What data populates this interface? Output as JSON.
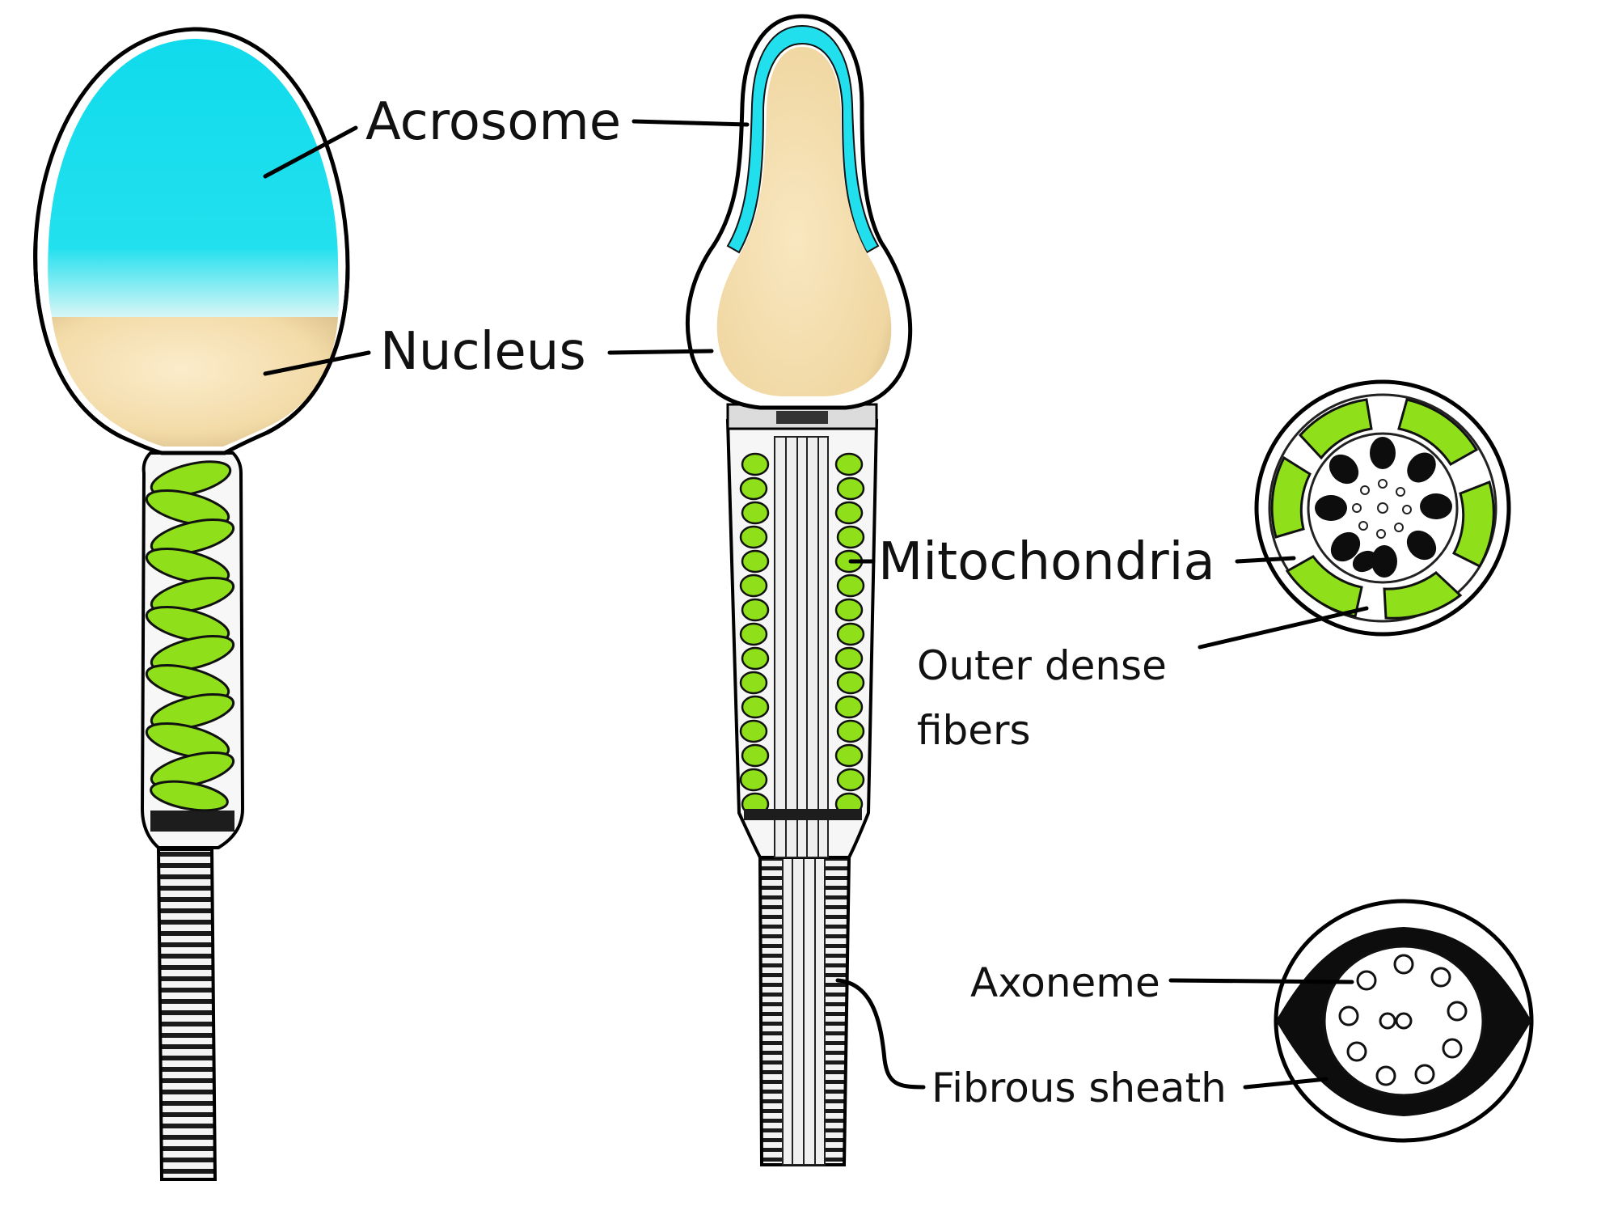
{
  "labels": {
    "acrosome": "Acrosome",
    "nucleus": "Nucleus",
    "mitochondria": "Mitochondria",
    "outer_dense_fibers_line1": "Outer dense",
    "outer_dense_fibers_line2": "fibers",
    "axoneme": "Axoneme",
    "fibrous_sheath": "Fibrous sheath"
  },
  "colors": {
    "acrosome": "#22e3f0",
    "nucleus": "#f5deb0",
    "mitochondria": "#8fe01a",
    "outline": "#000000",
    "sheath": "#e8e8e8"
  }
}
